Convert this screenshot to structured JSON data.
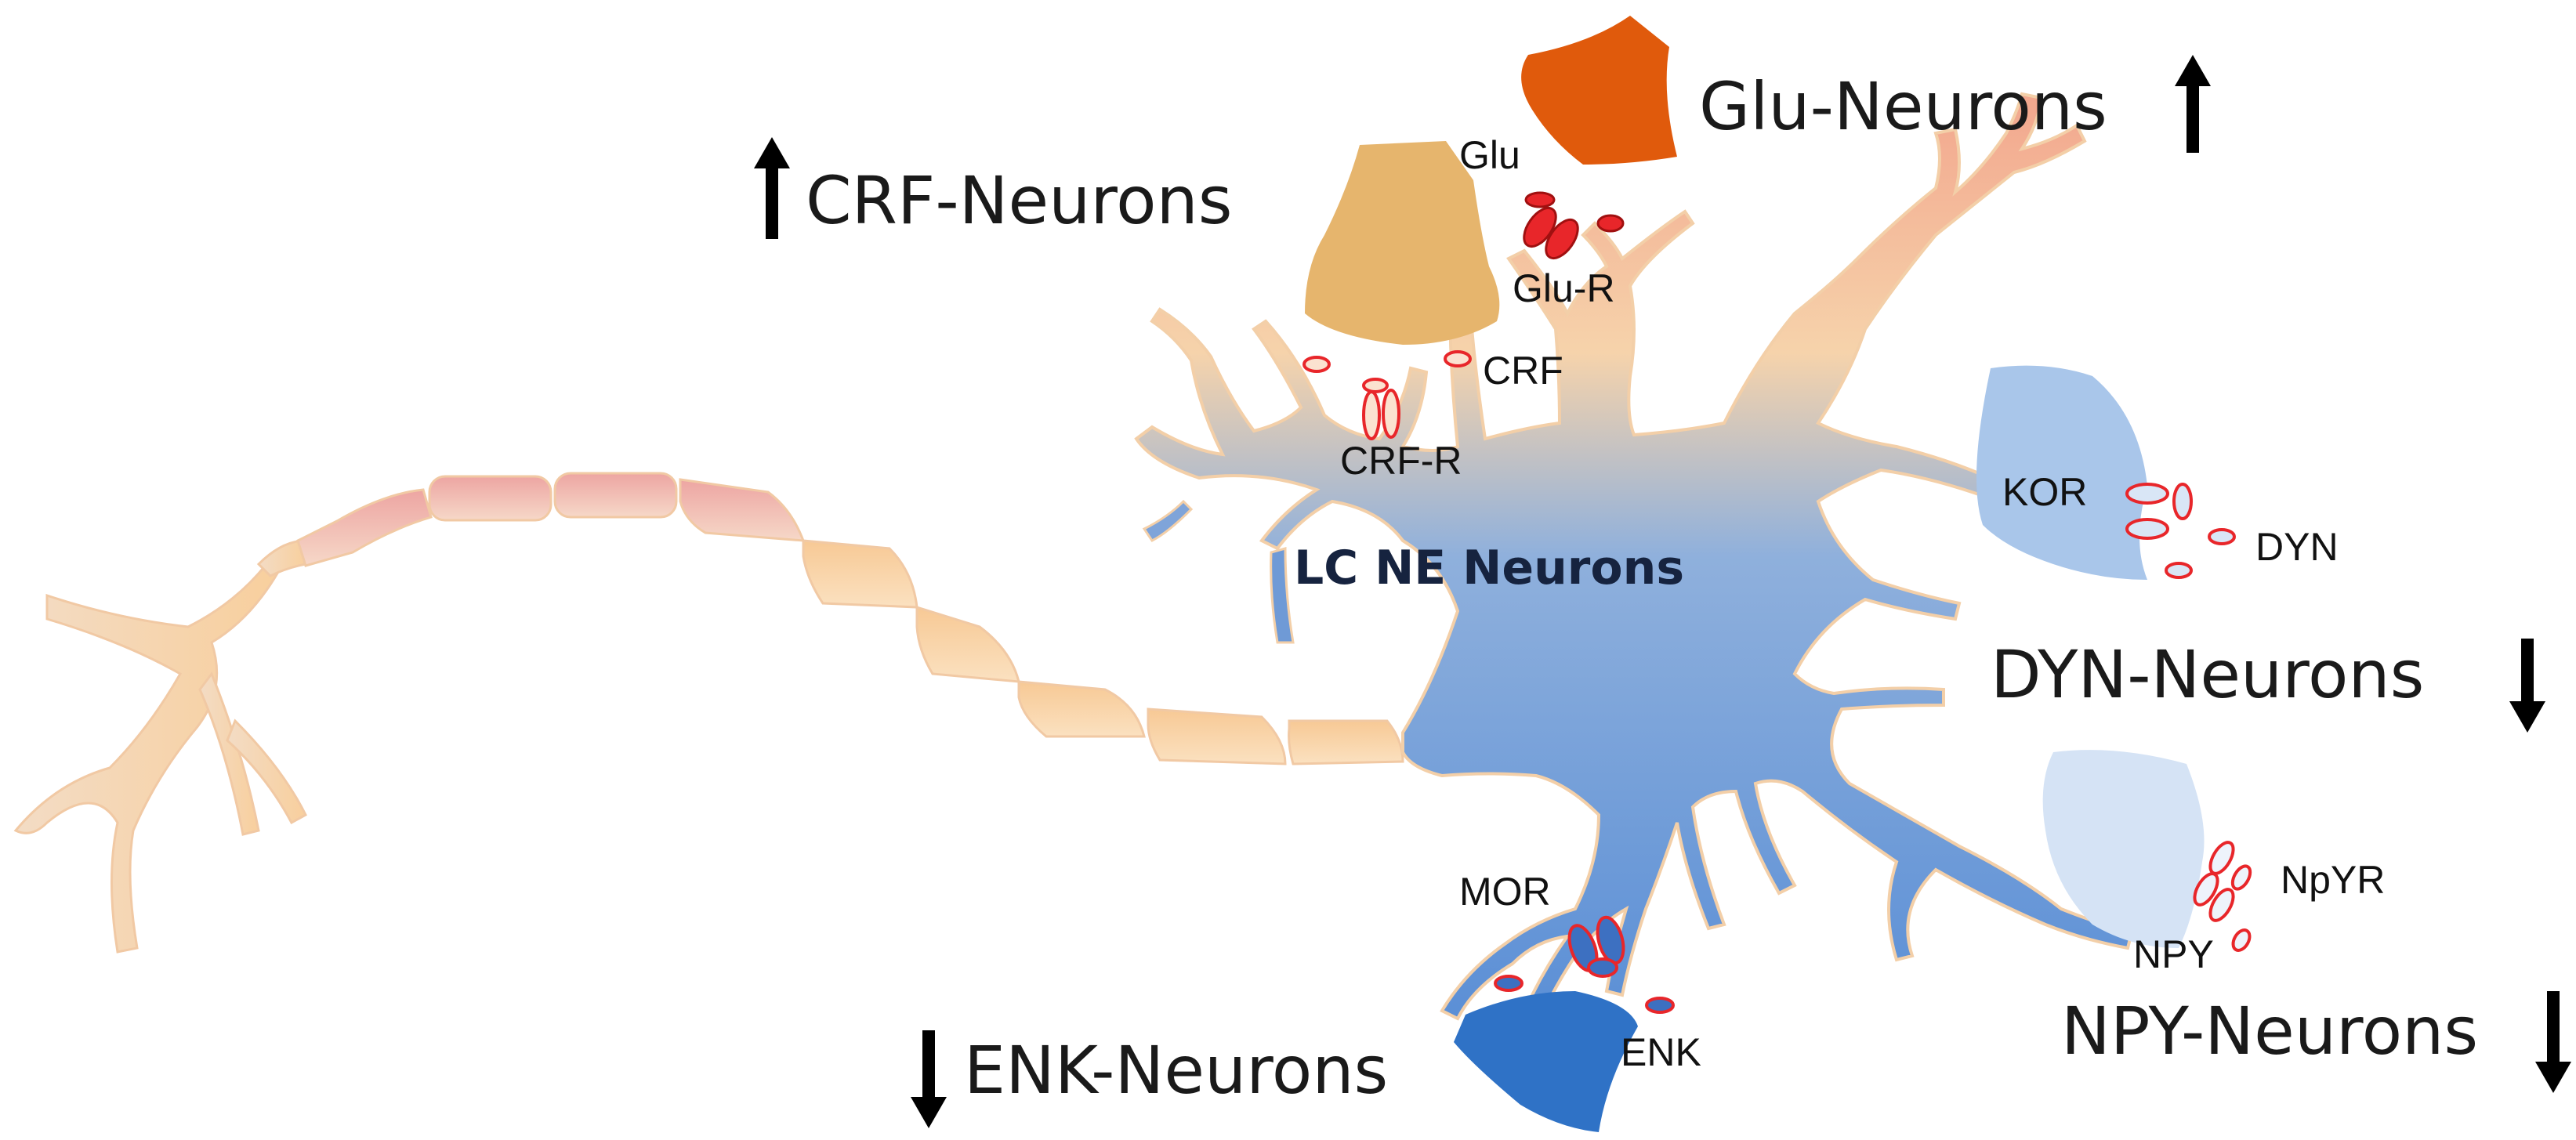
{
  "diagram": {
    "center_label": "LC NE Neurons",
    "populations": [
      {
        "id": "crf",
        "label": "CRF-Neurons",
        "trend": "up"
      },
      {
        "id": "glu",
        "label": "Glu-Neurons",
        "trend": "up"
      },
      {
        "id": "dyn",
        "label": "DYN-Neurons",
        "trend": "down"
      },
      {
        "id": "npy",
        "label": "NPY-Neurons",
        "trend": "down"
      },
      {
        "id": "enk",
        "label": "ENK-Neurons",
        "trend": "down"
      }
    ],
    "molecule_labels": {
      "glu": "Glu",
      "glu_r": "Glu-R",
      "crf": "CRF",
      "crf_r": "CRF-R",
      "kor": "KOR",
      "dyn": "DYN",
      "npyr": "NpYR",
      "npy": "NPY",
      "mor": "MOR",
      "enk": "ENK"
    },
    "colors": {
      "soma_blue": "#5b8fd6",
      "axon_peach": "#f6cfa0",
      "myelin_pink": "#ecaaa6",
      "crf_terminal": "#e6b56d",
      "glu_terminal": "#e05a0c",
      "dyn_terminal": "#a9c6ea",
      "npy_terminal": "#d5e3f5",
      "enk_terminal": "#2f72c6",
      "vesicle_red": "#e8262a",
      "arrow": "#000000"
    }
  }
}
